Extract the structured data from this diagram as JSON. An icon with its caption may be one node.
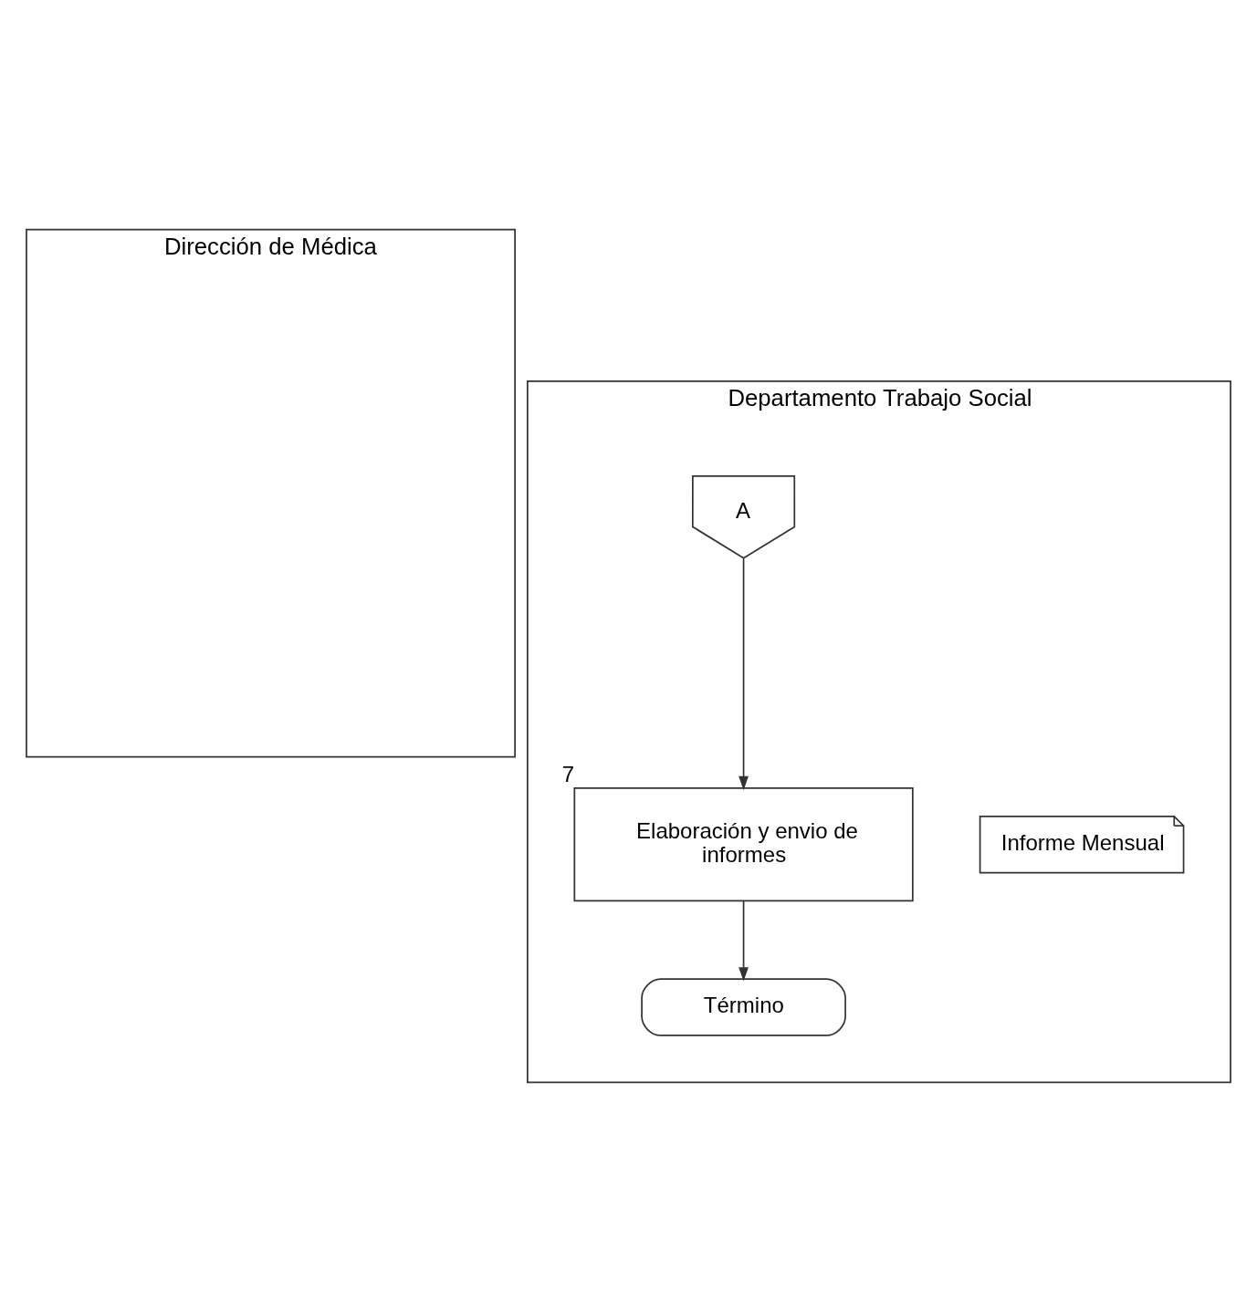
{
  "diagram": {
    "nodes": [
      {
        "text": [
          "Dirección de Médica"
        ]
      },
      {
        "text": [
          "Departamento Trabajo Social"
        ]
      },
      {
        "text": [
          "A"
        ],
        "in": 1
      },
      {
        "text": [
          "Elaboración y envio de informes"
        ],
        "in": 1,
        "beside": [
          "7"
        ]
      },
      {
        "text": [
          "Informe Mensual"
        ],
        "in": 1
      },
      {
        "text": [
          "Término"
        ],
        "in": 1
      }
    ],
    "edges": [
      {
        "from": 2,
        "to": 3,
        "arrow": "to"
      },
      {
        "from": 3,
        "to": 5,
        "arrow": "to"
      }
    ]
  }
}
